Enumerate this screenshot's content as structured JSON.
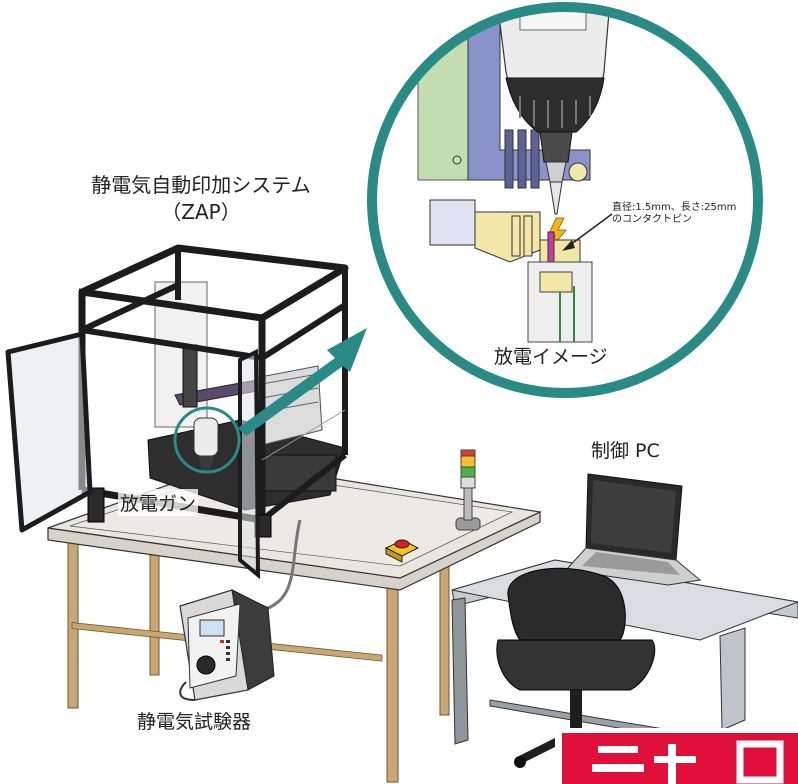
{
  "labels": {
    "system_title_line1": "静電気自動印加システム",
    "system_title_line2": "（ZAP）",
    "discharge_gun": "放電ガン",
    "esd_tester": "静電気試験器",
    "control_pc": "制御 PC",
    "discharge_image": "放電イメージ",
    "contact_pin_line1": "直径:1.5mm、長さ:25mm",
    "contact_pin_line2": "のコンタクトピン"
  },
  "colors": {
    "magnifier_ring": "#2a8a86",
    "frame": "#1c1c1c",
    "tabletop": "#e9e6df",
    "table_legs": "#c9a774",
    "desk": "#b9bfc6",
    "gun_body": "#ececec",
    "gun_tip": "#3a3a3a",
    "mount_blue": "#8a93c9",
    "mount_green": "#c3ddb0",
    "fixture_yellow": "#f3e7a8",
    "spark": "#f2b51c",
    "stamp_red": "#e0103a"
  },
  "icons": {
    "lightning": "lightning-icon",
    "warning_light": "signal-tower-icon",
    "emergency_stop": "emergency-stop-icon"
  }
}
